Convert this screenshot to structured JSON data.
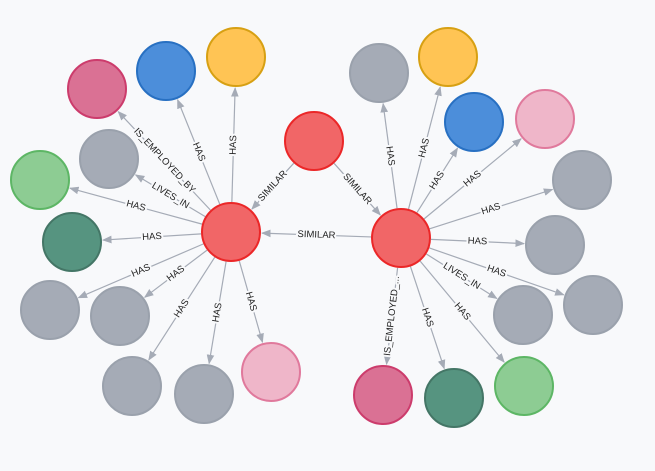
{
  "palette": {
    "red": {
      "fill": "#f16667",
      "stroke": "#eb2728"
    },
    "gray": {
      "fill": "#a5abb6",
      "stroke": "#9aa1ac"
    },
    "blue": {
      "fill": "#4c8eda",
      "stroke": "#2870c2"
    },
    "yellow": {
      "fill": "#ffc454",
      "stroke": "#d7a013"
    },
    "pink": {
      "fill": "#da7194",
      "stroke": "#cc3c6c"
    },
    "lightpink": {
      "fill": "#efb6c9",
      "stroke": "#e0799c"
    },
    "lightgreen": {
      "fill": "#8dcc93",
      "stroke": "#5db665"
    },
    "darkgreen": {
      "fill": "#569480",
      "stroke": "#447666"
    },
    "edge": "#a5abb6",
    "background": "#f8f9fb"
  },
  "nodes": [
    {
      "id": "L",
      "color": "red"
    },
    {
      "id": "R",
      "color": "red"
    },
    {
      "id": "T",
      "color": "red"
    },
    {
      "id": "l1",
      "color": "pink"
    },
    {
      "id": "l2",
      "color": "blue"
    },
    {
      "id": "l3",
      "color": "yellow"
    },
    {
      "id": "l4",
      "color": "gray"
    },
    {
      "id": "l5",
      "color": "lightgreen"
    },
    {
      "id": "l6",
      "color": "darkgreen"
    },
    {
      "id": "l7",
      "color": "gray"
    },
    {
      "id": "l8",
      "color": "gray"
    },
    {
      "id": "l9",
      "color": "gray"
    },
    {
      "id": "l10",
      "color": "gray"
    },
    {
      "id": "l11",
      "color": "lightpink"
    },
    {
      "id": "r1",
      "color": "gray"
    },
    {
      "id": "r2",
      "color": "yellow"
    },
    {
      "id": "r3",
      "color": "blue"
    },
    {
      "id": "r4",
      "color": "lightpink"
    },
    {
      "id": "r5",
      "color": "gray"
    },
    {
      "id": "r6",
      "color": "gray"
    },
    {
      "id": "r7",
      "color": "gray"
    },
    {
      "id": "r8",
      "color": "gray"
    },
    {
      "id": "r9",
      "color": "lightgreen"
    },
    {
      "id": "r10",
      "color": "darkgreen"
    },
    {
      "id": "r11",
      "color": "pink"
    }
  ],
  "edges": [
    {
      "source": "T",
      "target": "L",
      "label": "SIMILAR"
    },
    {
      "source": "T",
      "target": "R",
      "label": "SIMILAR"
    },
    {
      "source": "R",
      "target": "L",
      "label": "SIMILAR"
    },
    {
      "source": "L",
      "target": "l1",
      "label": "IS_EMPLOYED_BY"
    },
    {
      "source": "L",
      "target": "l2",
      "label": "HAS"
    },
    {
      "source": "L",
      "target": "l3",
      "label": "HAS"
    },
    {
      "source": "L",
      "target": "l4",
      "label": "LIVES_IN"
    },
    {
      "source": "L",
      "target": "l5",
      "label": "HAS"
    },
    {
      "source": "L",
      "target": "l6",
      "label": "HAS"
    },
    {
      "source": "L",
      "target": "l7",
      "label": "HAS"
    },
    {
      "source": "L",
      "target": "l8",
      "label": "HAS"
    },
    {
      "source": "L",
      "target": "l9",
      "label": "HAS"
    },
    {
      "source": "L",
      "target": "l10",
      "label": "HAS"
    },
    {
      "source": "L",
      "target": "l11",
      "label": "HAS"
    },
    {
      "source": "R",
      "target": "r1",
      "label": "HAS"
    },
    {
      "source": "R",
      "target": "r2",
      "label": "HAS"
    },
    {
      "source": "R",
      "target": "r3",
      "label": "HAS"
    },
    {
      "source": "R",
      "target": "r4",
      "label": "HAS"
    },
    {
      "source": "R",
      "target": "r5",
      "label": "HAS"
    },
    {
      "source": "R",
      "target": "r6",
      "label": "HAS"
    },
    {
      "source": "R",
      "target": "r7",
      "label": "HAS"
    },
    {
      "source": "R",
      "target": "r8",
      "label": "LIVES_IN"
    },
    {
      "source": "R",
      "target": "r9",
      "label": "HAS"
    },
    {
      "source": "R",
      "target": "r10",
      "label": "HAS"
    },
    {
      "source": "R",
      "target": "r11",
      "label": "IS_EMPLOYED_..."
    }
  ]
}
